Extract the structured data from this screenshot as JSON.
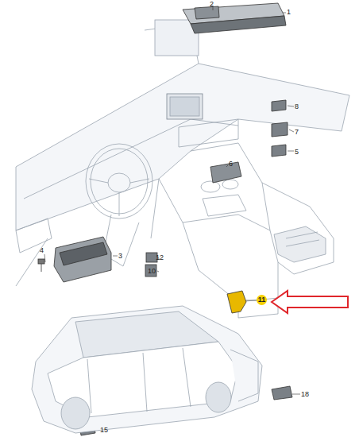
{
  "diagram": {
    "labels": [
      "1",
      "2",
      "8",
      "7",
      "5",
      "6",
      "4",
      "3",
      "12",
      "10",
      "11",
      "18",
      "15"
    ]
  }
}
